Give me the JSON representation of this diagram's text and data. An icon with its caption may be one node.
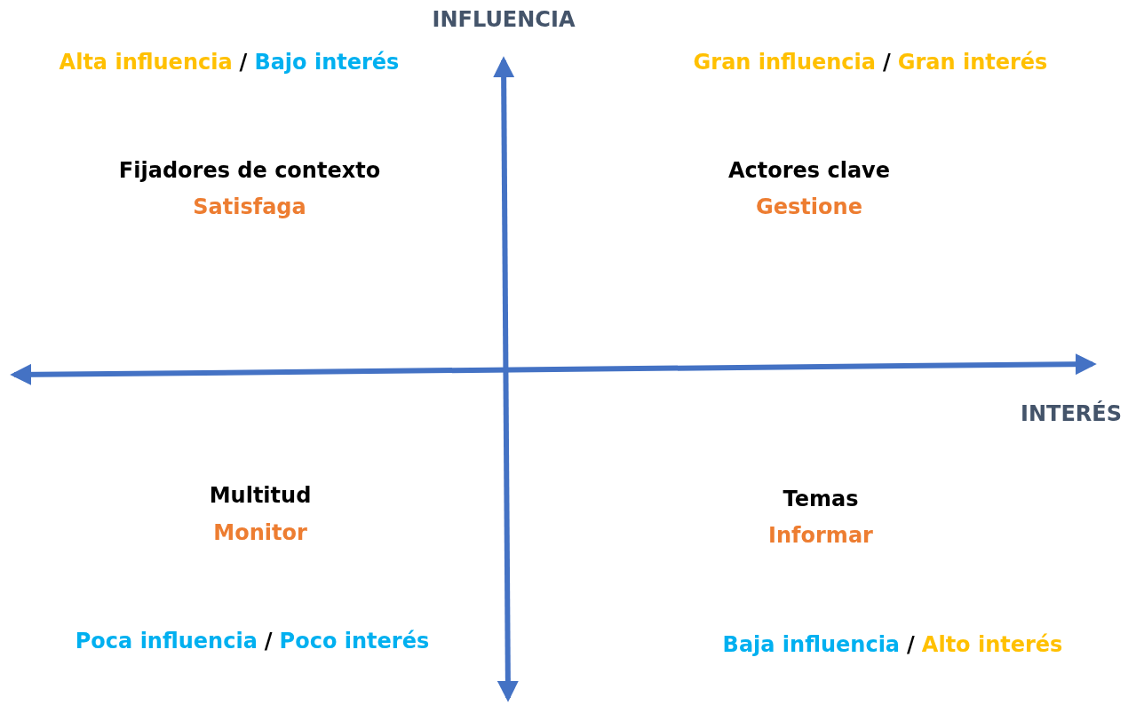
{
  "diagram": {
    "labels": [
      "INFLUENCIA",
      "Alta influencia",
      "/",
      "Bajo interés",
      "Gran influencia",
      "/",
      "Gran interés",
      "Fijadores de contexto",
      "Satisfaga",
      "Actores clave",
      "Gestione",
      "INTERÉS",
      "Multitud",
      "Monitor",
      "Temas",
      "Informar",
      "Poca influencia",
      "/",
      "Poco interés",
      "Baja influencia",
      "/",
      "Alto interés"
    ]
  }
}
